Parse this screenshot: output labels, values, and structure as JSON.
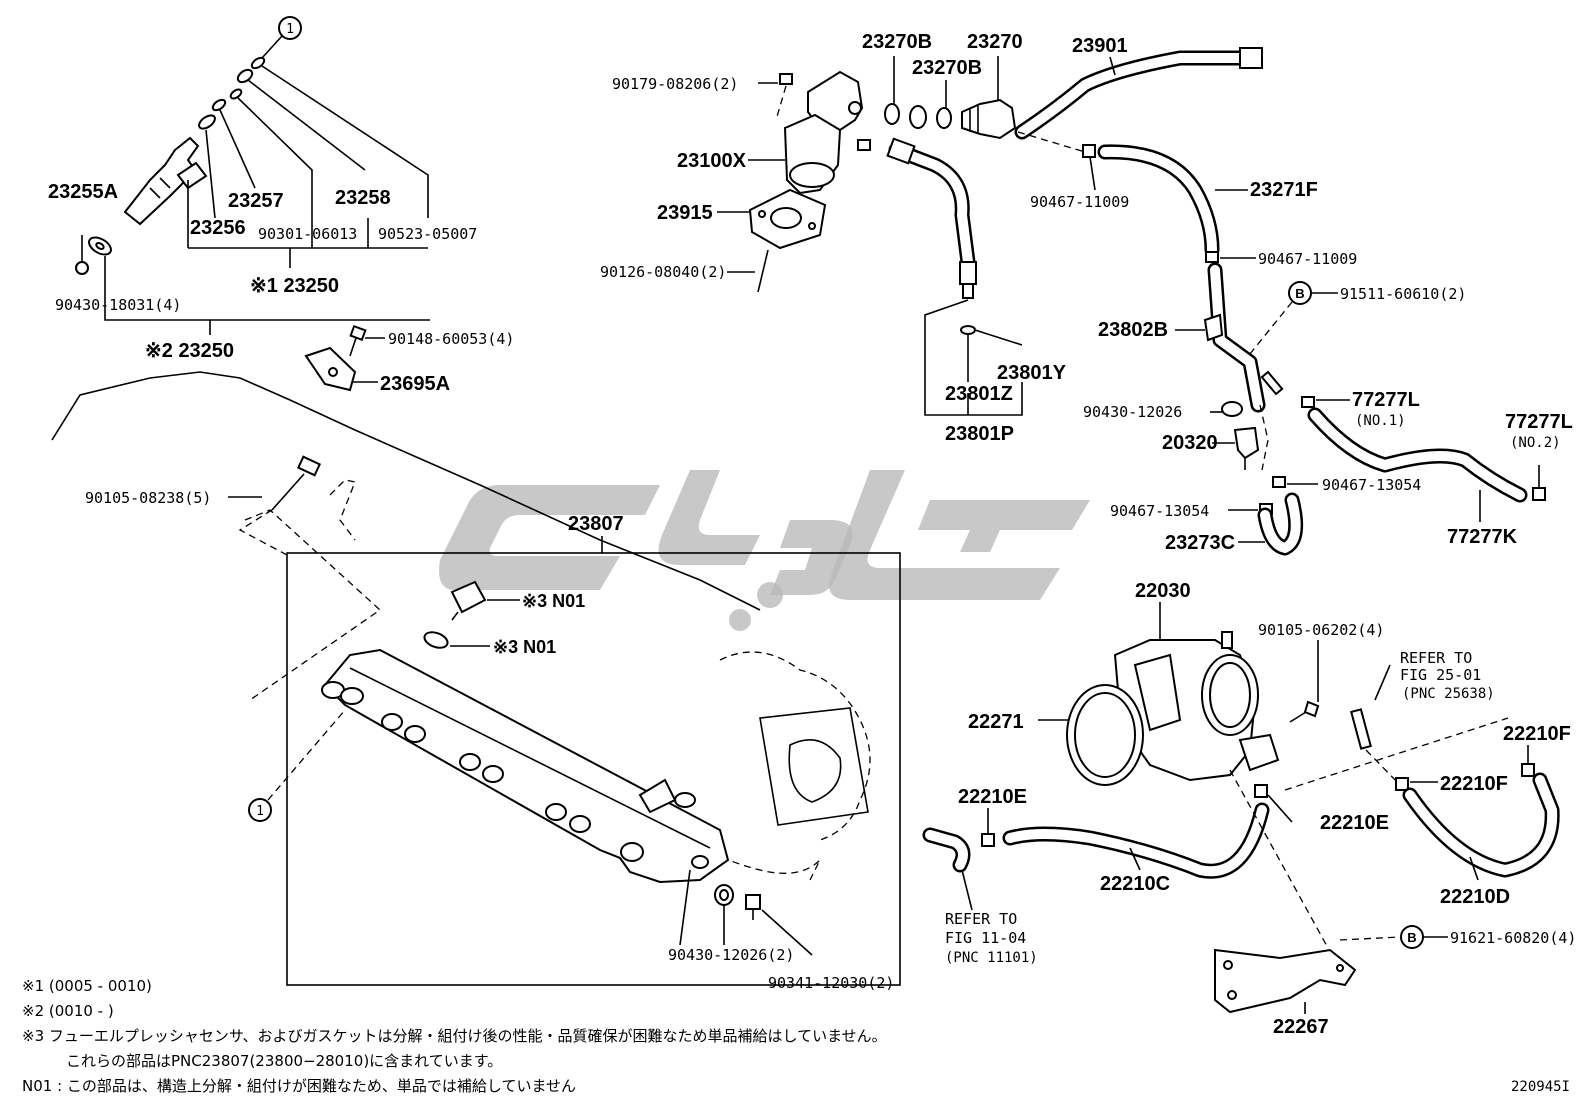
{
  "labels": {
    "c1_top": "1",
    "c1_bot": "1",
    "p23255A": "23255A",
    "p23257": "23257",
    "p23258": "23258",
    "p23256": "23256",
    "p90301": "90301-06013",
    "p90523": "90523-05007",
    "p23250a": "※1 23250",
    "p90430_18031": "90430-18031(4)",
    "p23250b": "※2 23250",
    "p90148": "90148-60053(4)",
    "p23695A": "23695A",
    "p90105_08238": "90105-08238(5)",
    "p23807": "23807",
    "n01a": "※3  N01",
    "n01b": "※3  N01",
    "p90430_12026b": "90430-12026(2)",
    "p90341": "90341-12030(2)",
    "p90179": "90179-08206(2)",
    "p23270B_a": "23270B",
    "p23270": "23270",
    "p23270B_b": "23270B",
    "p23901": "23901",
    "p23100X": "23100X",
    "p23915": "23915",
    "p90126": "90126-08040(2)",
    "p90467_a": "90467-11009",
    "p23271F": "23271F",
    "p90467_b": "90467-11009",
    "p91511": "91511-60610(2)",
    "p23802B": "23802B",
    "p23801Y": "23801Y",
    "p23801Z": "23801Z",
    "p23801P": "23801P",
    "p90430_12026a": "90430-12026",
    "p20320": "20320",
    "p77277L_1": "77277L",
    "p77277L_1n": "(NO.1)",
    "p77277L_2": "77277L",
    "p77277L_2n": "(NO.2)",
    "p90467_c": "90467-13054",
    "p90467_d": "90467-13054",
    "p23273C": "23273C",
    "p77277K": "77277K",
    "p22030": "22030",
    "p90105_06202": "90105-06202(4)",
    "ref25_1": "REFER TO",
    "ref25_2": "FIG 25-01",
    "ref25_3": "(PNC 25638)",
    "p22271": "22271",
    "p22210F_a": "22210F",
    "p22210F_b": "22210F",
    "p22210E_a": "22210E",
    "p22210E_b": "22210E",
    "p22210C": "22210C",
    "p22210D": "22210D",
    "ref11_1": "REFER TO",
    "ref11_2": "FIG 11-04",
    "ref11_3": "(PNC 11101)",
    "p91621": "91621-60820(4)",
    "p22267": "22267",
    "b_a": "B",
    "b_b": "B",
    "fig_id": "220945I"
  },
  "notes": {
    "n1": "※1 (0005 - 0010)",
    "n2": "※2 (0010 -      )",
    "n3": "※3  フューエルプレッシャセンサ、およびガスケットは分解・組付け後の性能・品質確保が困難なため単品補給はしていません。",
    "n3b": "これらの部品はPNC23807(23800−28010)に含まれています。",
    "n4": "N01 : この部品は、構造上分解・組付けが困難なため、単品では補給していません"
  },
  "watermark": {
    "color": "#b8b8b8"
  }
}
